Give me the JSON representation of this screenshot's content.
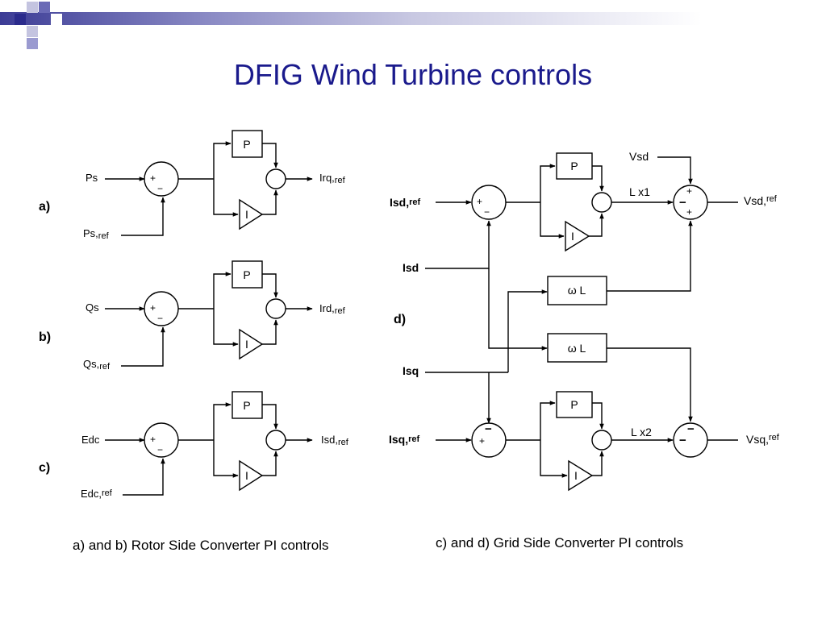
{
  "slide": {
    "title": "DFIG Wind Turbine controls",
    "caption_left": "a) and b) Rotor Side Converter PI controls",
    "caption_right": "c) and d) Grid Side Converter PI controls"
  },
  "colors": {
    "title": "#1a1a8c",
    "header_bar": "#3c3c96"
  },
  "left_diagrams": {
    "a": {
      "label": "a)",
      "input": "Ps",
      "ref_main": "Ps,",
      "ref_sub": "ref",
      "output_main": "Irq,",
      "output_sub": "ref",
      "p_block": "P",
      "i_block": "I",
      "plus": "+",
      "minus": "−"
    },
    "b": {
      "label": "b)",
      "input": "Qs",
      "ref_main": "Qs,",
      "ref_sub": "ref",
      "output_main": "Ird,",
      "output_sub": "ref",
      "p_block": "P",
      "i_block": "I",
      "plus": "+",
      "minus": "−"
    },
    "c": {
      "label": "c)",
      "input": "Edc",
      "ref_main": "Edc,",
      "ref_sub": "ref",
      "output_main": "Isd,",
      "output_sub": "ref",
      "p_block": "P",
      "i_block": "I",
      "plus": "+",
      "minus": "−"
    }
  },
  "right_diagram": {
    "label": "d)",
    "isd_ref_main": "Isd,",
    "isd_ref_sub": "ref",
    "isd": "Isd",
    "isq": "Isq",
    "isq_ref_main": "Isq,",
    "isq_ref_sub": "ref",
    "vsd": "Vsd",
    "vsd_ref_main": "Vsd,",
    "vsd_ref_sub": "ref",
    "vsq_ref_main": "Vsq,",
    "vsq_ref_sub": "ref",
    "lx1": "L x1",
    "lx2": "L x2",
    "omega_l": "ω L",
    "p_block": "P",
    "i_block": "I",
    "plus": "+",
    "minus": "−"
  }
}
